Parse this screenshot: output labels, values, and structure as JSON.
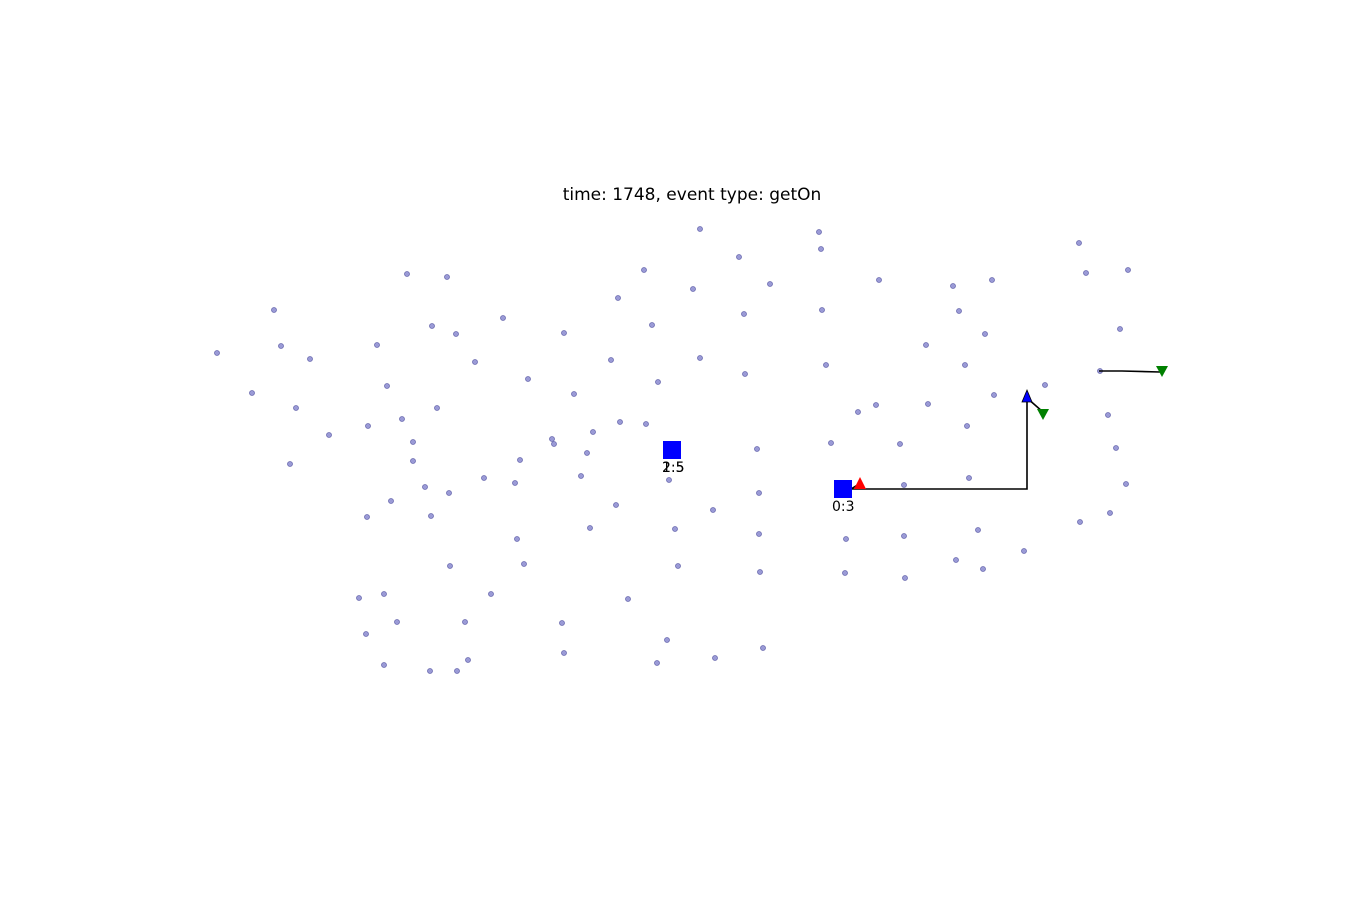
{
  "title": "time: 1748, event type: getOn",
  "colors": {
    "node": "#9a9ad6",
    "node_stroke": "#6c6cb0",
    "vehicle": "#0000ff",
    "pickup": "#ff0000",
    "dropoff": "#008000",
    "waiting": "#0000ff",
    "route": "#000000"
  },
  "vehicles": [
    {
      "label": "1:5",
      "overlay_label": "2:5"
    },
    {
      "label": "0:3"
    }
  ],
  "requests": [
    {
      "type": "pickup",
      "icon": "triangle-up-icon"
    },
    {
      "type": "waiting",
      "icon": "triangle-up-icon"
    },
    {
      "type": "dropoff",
      "icon": "triangle-down-icon"
    },
    {
      "type": "dropoff",
      "icon": "triangle-down-icon"
    }
  ]
}
